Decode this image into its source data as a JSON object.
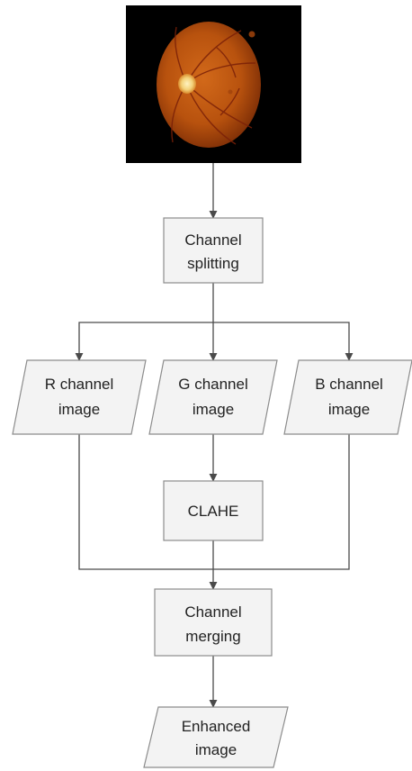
{
  "flowchart": {
    "input_image": "fundus-photograph",
    "nodes": {
      "channel_splitting": {
        "line1": "Channel",
        "line2": "splitting"
      },
      "r_channel": {
        "line1": "R channel",
        "line2": "image"
      },
      "g_channel": {
        "line1": "G channel",
        "line2": "image"
      },
      "b_channel": {
        "line1": "B channel",
        "line2": "image"
      },
      "clahe": {
        "line1": "CLAHE"
      },
      "channel_merging": {
        "line1": "Channel",
        "line2": "merging"
      },
      "enhanced": {
        "line1": "Enhanced",
        "line2": "image"
      }
    },
    "colors": {
      "box_fill": "#f3f3f3",
      "box_stroke": "#8c8c8c",
      "connector": "#4a4a4a",
      "image_background": "#000000",
      "retina": "#b8520e",
      "optic_disc": "#f3d27a"
    }
  }
}
